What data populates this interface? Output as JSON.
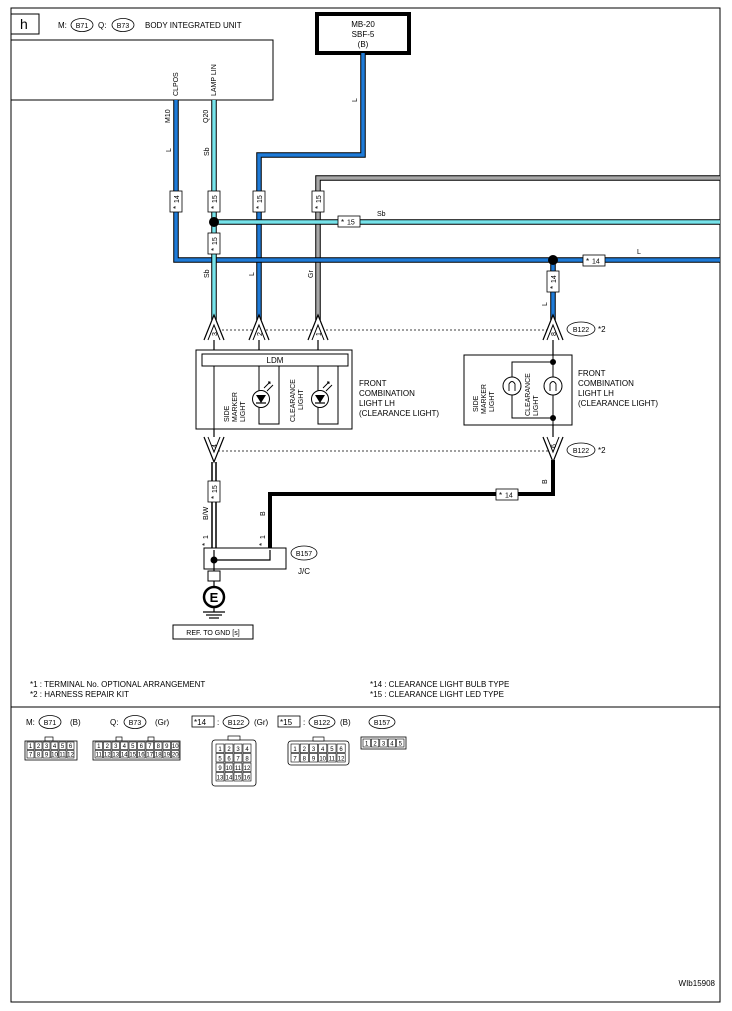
{
  "page_letter": "h",
  "bcm": {
    "m_prefix": "M:",
    "conn_m": "B71",
    "q_prefix": "Q:",
    "conn_q": "B73",
    "title": "BODY INTEGRATED UNIT",
    "pin_clpos": "CLPOS",
    "pin_lamp": "LAMP LIN",
    "term_m": "M10",
    "term_q": "Q20"
  },
  "fuse": {
    "line1": "MB-20",
    "line2": "SBF-5",
    "line3": "(B)"
  },
  "wires": {
    "L": "L",
    "Sb": "Sb",
    "Gr": "Gr",
    "BW": "B/W",
    "B": "B"
  },
  "tags": {
    "t14": "14",
    "t15": "15"
  },
  "star": "*",
  "connectors": {
    "B122": "B122",
    "star2": "*2",
    "B157": "B157",
    "jc": "J/C"
  },
  "pins": {
    "p3": "3",
    "p2": "2",
    "p1": "1",
    "p8": "8",
    "p4": "4",
    "p6": "6"
  },
  "lh_unit": {
    "ldm": "LDM",
    "side1": "SIDE",
    "side2": "MARKER",
    "side3": "LIGHT",
    "clear1": "CLEARANCE",
    "clear2": "LIGHT",
    "name1": "FRONT",
    "name2": "COMBINATION",
    "name3": "LIGHT LH",
    "name4": "(CLEARANCE LIGHT)"
  },
  "ground": {
    "symbol": "E",
    "ref": "REF. TO GND [s]"
  },
  "notes": {
    "n1": "*1  : TERMINAL No. OPTIONAL ARRANGEMENT",
    "n2": "*2  : HARNESS REPAIR KIT",
    "n14": "*14 : CLEARANCE LIGHT BULB TYPE",
    "n15": "*15 : CLEARANCE LIGHT LED TYPE"
  },
  "legend": {
    "m": "M:",
    "b71": "B71",
    "b71c": "(B)",
    "q": "Q:",
    "b73": "B73",
    "b73c": "(Gr)",
    "s14": "*14",
    "b122a": "B122",
    "b122ac": "(Gr)",
    "s15": "*15",
    "b122b": "B122",
    "b122bc": "(B)",
    "b157": "B157"
  },
  "b71_pins": [
    [
      "1",
      "2",
      "3",
      "4",
      "5",
      "6"
    ],
    [
      "7",
      "8",
      "9",
      "10",
      "11",
      "12"
    ]
  ],
  "b73_pins": [
    [
      "1",
      "2",
      "3",
      "4",
      "5",
      "6",
      "7",
      "8",
      "9",
      "10"
    ],
    [
      "11",
      "12",
      "13",
      "14",
      "15",
      "16",
      "17",
      "18",
      "19",
      "20"
    ]
  ],
  "b122gr_pins": [
    [
      "1",
      "2",
      "3",
      "4"
    ],
    [
      "5",
      "6",
      "7",
      "8"
    ],
    [
      "9",
      "10",
      "11",
      "12"
    ],
    [
      "13",
      "14",
      "15",
      "16"
    ]
  ],
  "b122b_pins": [
    [
      "1",
      "2",
      "3",
      "4",
      "5",
      "6"
    ],
    [
      "7",
      "8",
      "9",
      "10",
      "11",
      "12"
    ]
  ],
  "b157_pins": [
    "1",
    "2",
    "3",
    "4",
    "5"
  ],
  "code": "WIb15908",
  "colors": {
    "blue": "#1E7BD8",
    "cyan": "#76E3EA",
    "gray": "#A8A8A8",
    "black": "#000000"
  }
}
